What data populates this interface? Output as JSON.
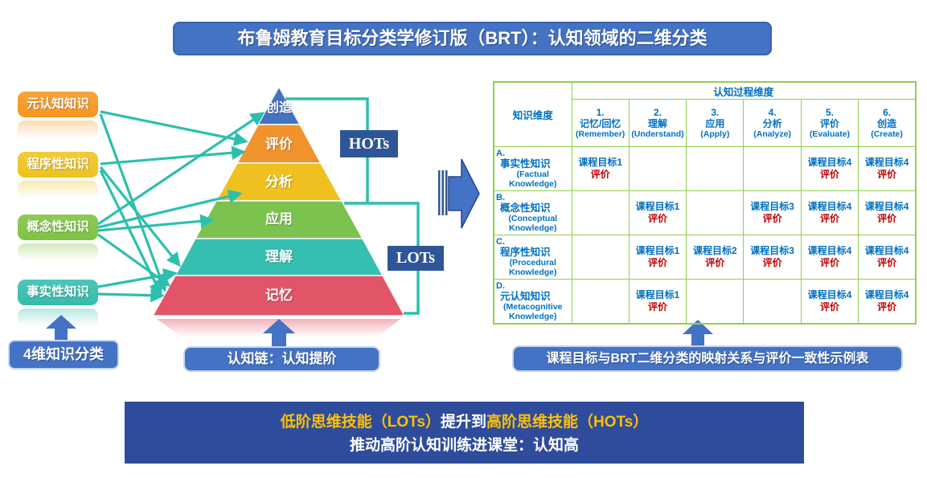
{
  "title": "布鲁姆教育目标分类学修订版（BRT）：认知领域的二维分类",
  "knowledge_boxes": [
    {
      "label": "元认知知识",
      "color": "#F7941E"
    },
    {
      "label": "程序性知识",
      "color": "#EEC11D"
    },
    {
      "label": "概念性知识",
      "color": "#7DC242"
    },
    {
      "label": "事实性知识",
      "color": "#36BCAC"
    }
  ],
  "pyramid": {
    "levels": [
      {
        "label": "创造",
        "color": "#4472C4"
      },
      {
        "label": "评价",
        "color": "#F0932D"
      },
      {
        "label": "分析",
        "color": "#EFC01F"
      },
      {
        "label": "应用",
        "color": "#7CC24F"
      },
      {
        "label": "理解",
        "color": "#35BFB0"
      },
      {
        "label": "记忆",
        "color": "#E25468"
      }
    ],
    "hots_label": "HOTs",
    "lots_label": "LOTs"
  },
  "callouts": {
    "knowledge_caption": "4维知识分类",
    "pyramid_caption": "认知链：认知提阶",
    "table_caption": "课程目标与BRT二维分类的映射关系与评价一致性示例表"
  },
  "table": {
    "knowledge_dim_header": "知识维度",
    "process_dim_header": "认知过程维度",
    "columns": [
      {
        "num": "1.",
        "cn": "记忆/回忆",
        "en": "(Remember)"
      },
      {
        "num": "2.",
        "cn": "理解",
        "en": "(Understand)"
      },
      {
        "num": "3.",
        "cn": "应用",
        "en": "(Apply)"
      },
      {
        "num": "4.",
        "cn": "分析",
        "en": "(Analyze)"
      },
      {
        "num": "5.",
        "cn": "评价",
        "en": "(Evaluate)"
      },
      {
        "num": "6.",
        "cn": "创造",
        "en": "(Create)"
      }
    ],
    "rows": [
      {
        "letter": "A.",
        "cn": "事实性知识",
        "en": "(Factual Knowledge)",
        "cells": [
          {
            "goal": "课程目标1",
            "eval": "评价"
          },
          null,
          null,
          null,
          {
            "goal": "课程目标4",
            "eval": "评价"
          },
          {
            "goal": "课程目标4",
            "eval": "评价"
          }
        ]
      },
      {
        "letter": "B.",
        "cn": "概念性知识",
        "en": "(Conceptual Knowledge)",
        "cells": [
          null,
          {
            "goal": "课程目标1",
            "eval": "评价"
          },
          null,
          {
            "goal": "课程目标3",
            "eval": "评价"
          },
          {
            "goal": "课程目标4",
            "eval": "评价"
          },
          {
            "goal": "课程目标4",
            "eval": "评价"
          }
        ]
      },
      {
        "letter": "C.",
        "cn": "程序性知识",
        "en": "(Procedural Knowledge)",
        "cells": [
          null,
          {
            "goal": "课程目标1",
            "eval": "评价"
          },
          {
            "goal": "课程目标2",
            "eval": "评价"
          },
          {
            "goal": "课程目标3",
            "eval": "评价"
          },
          {
            "goal": "课程目标4",
            "eval": "评价"
          },
          {
            "goal": "课程目标4",
            "eval": "评价"
          }
        ]
      },
      {
        "letter": "D.",
        "cn": "元认知知识",
        "en": "(Metacognitive Knowledge)",
        "cells": [
          null,
          {
            "goal": "课程目标1",
            "eval": "评价"
          },
          null,
          null,
          {
            "goal": "课程目标4",
            "eval": "评价"
          },
          {
            "goal": "课程目标4",
            "eval": "评价"
          }
        ]
      }
    ]
  },
  "bottom_banner": {
    "line1_lots": "低阶思维技能（LOTs）",
    "line1_mid": "提升到",
    "line1_hots": "高阶思维技能（HOTs）",
    "line2": "推动高阶认知训练进课堂：认知高"
  },
  "colors": {
    "accent_blue": "#4472C4",
    "hots_lots_box": "#2E5597",
    "navy_banner": "#2E4C9B",
    "teal_line": "#2CBFAE",
    "table_border": "#92D050",
    "table_text_blue": "#0070C0",
    "table_text_red": "#C00000",
    "gold_text": "#FFC000"
  }
}
